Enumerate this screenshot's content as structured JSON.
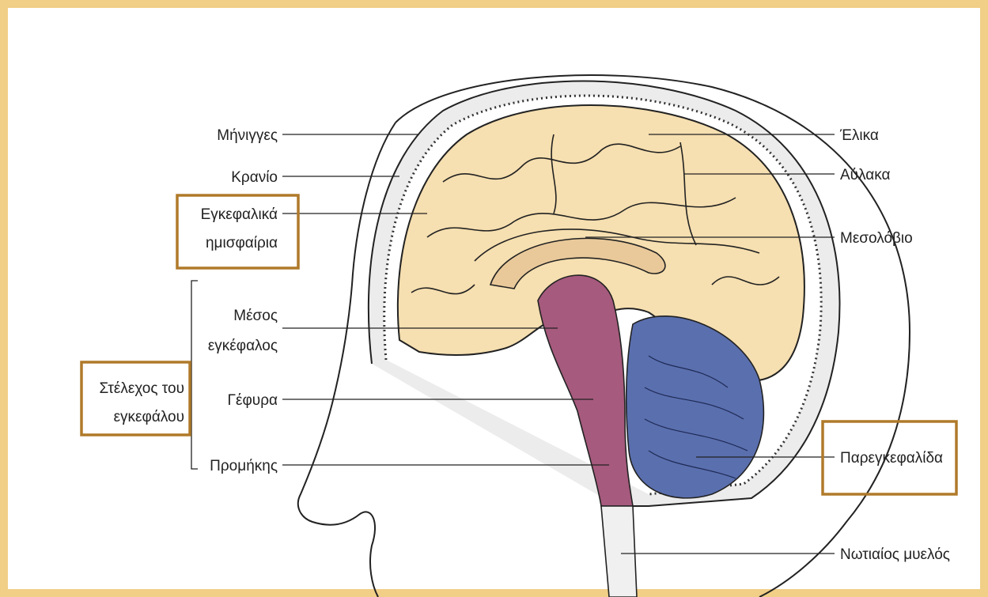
{
  "labels": {
    "meninges": "Μήνιγγες",
    "skull": "Κρανίο",
    "hemispheres_line1": "Εγκεφαλικά",
    "hemispheres_line2": "ημισφαίρια",
    "midbrain_line1": "Μέσος",
    "midbrain_line2": "εγκέφαλος",
    "brainstem_line1": "Στέλεχος του",
    "brainstem_line2": "εγκεφάλου",
    "pons": "Γέφυρα",
    "medulla": "Προμήκης",
    "gyrus": "Έλικα",
    "sulcus": "Αύλακα",
    "corpus_callosum": "Μεσολόβιο",
    "cerebellum": "Παρεγκεφαλίδα",
    "spinal_cord": "Νωτιαίος μυελός"
  },
  "colors": {
    "frame": "#f1cf86",
    "cerebrum": "#f6dfb0",
    "brainstem": "#a65a7d",
    "cerebellum": "#5a6fae",
    "highlight_box": "#b07a2a"
  }
}
